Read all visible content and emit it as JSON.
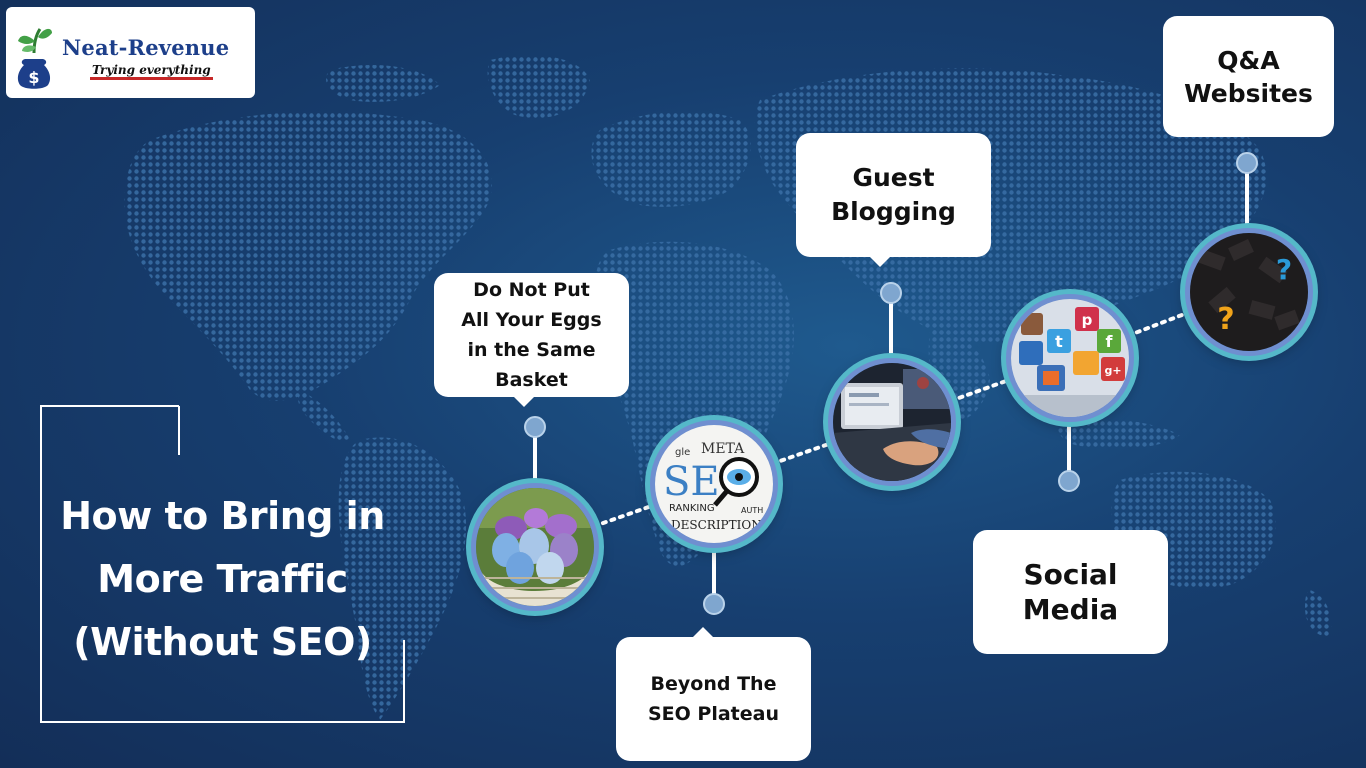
{
  "logo": {
    "brand": "Neat-Revenue",
    "tagline": "Trying everything",
    "icon": "money-bag-sprout-icon"
  },
  "title": {
    "line1": "How to Bring in",
    "line2": "More Traffic",
    "line3": "(Without SEO)"
  },
  "steps": [
    {
      "id": "eggs",
      "lines": [
        "Do Not Put",
        "All Your Eggs",
        "in the Same",
        "Basket"
      ],
      "icon": "easter-eggs-basket-image"
    },
    {
      "id": "seo",
      "lines": [
        "Beyond The",
        "SEO Plateau"
      ],
      "icon": "seo-magnifier-image"
    },
    {
      "id": "guest",
      "lines": [
        "Guest",
        "Blogging"
      ],
      "icon": "laptop-typing-image"
    },
    {
      "id": "social",
      "lines": [
        "Social",
        "Media"
      ],
      "icon": "social-media-tiles-image"
    },
    {
      "id": "qa",
      "lines": [
        "Q&A",
        "Websites"
      ],
      "icon": "question-marks-image"
    }
  ],
  "seo_graphic": {
    "meta": "META",
    "seo": "SEO",
    "ranking": "RANKING",
    "description": "DESCRIPTION",
    "gle": "gle",
    "auth": "AUTH"
  },
  "colors": {
    "background": "#173f70",
    "node_ring": "#55b8c9",
    "connector": "#8fb0d6",
    "brand_blue": "#1d3f8a",
    "accent_red": "#c62828",
    "card": "#ffffff"
  }
}
